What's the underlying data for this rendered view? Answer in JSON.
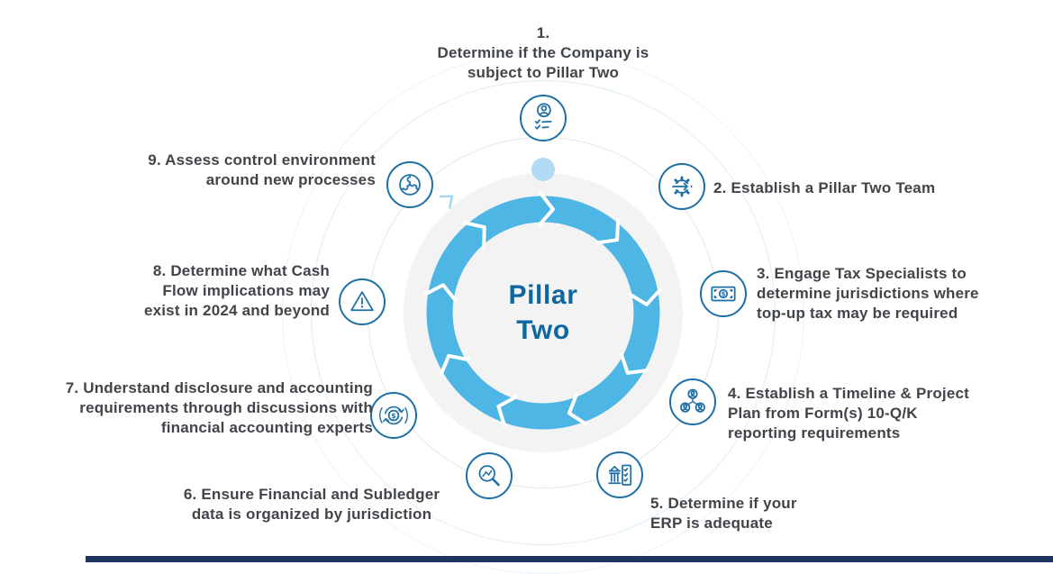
{
  "diagram": {
    "center": {
      "title": "Pillar\nTwo"
    },
    "steps": [
      {
        "num": "1",
        "icon": "person-checklist-icon",
        "text": "1.\nDetermine if the Company is\nsubject to Pillar Two"
      },
      {
        "num": "2",
        "icon": "gear-arrow-icon",
        "text": "2. Establish a Pillar Two Team"
      },
      {
        "num": "3",
        "icon": "banknote-icon",
        "text": "3. Engage Tax Specialists to\ndetermine jurisdictions where\ntop-up tax may be required"
      },
      {
        "num": "4",
        "icon": "team-icon",
        "text": "4. Establish a Timeline & Project\nPlan from Form(s) 10-Q/K\nreporting requirements"
      },
      {
        "num": "5",
        "icon": "building-checklist-icon",
        "text": "5. Determine if your\nERP is adequate"
      },
      {
        "num": "6",
        "icon": "magnifier-chart-icon",
        "text": "6. Ensure Financial and Subledger\ndata is organized by jurisdiction"
      },
      {
        "num": "7",
        "icon": "cash-cycle-icon",
        "text": "7. Understand disclosure and accounting\nrequirements through discussions with\nfinancial accounting experts"
      },
      {
        "num": "8",
        "icon": "warning-triangle-icon",
        "text": "8. Determine what Cash\nFlow implications may\nexist in 2024 and beyond"
      },
      {
        "num": "9",
        "icon": "puzzle-icon",
        "text": "9. Assess control environment\naround new processes"
      }
    ],
    "colors": {
      "ring_blue": "#4db6e4",
      "icon_blue": "#1d6fa5",
      "title_blue": "#0e689f",
      "label_gray": "#414449",
      "disc_gray": "#f3f3f4",
      "dot_blue": "#b3daf3",
      "footer_navy": "#1e3561"
    }
  }
}
